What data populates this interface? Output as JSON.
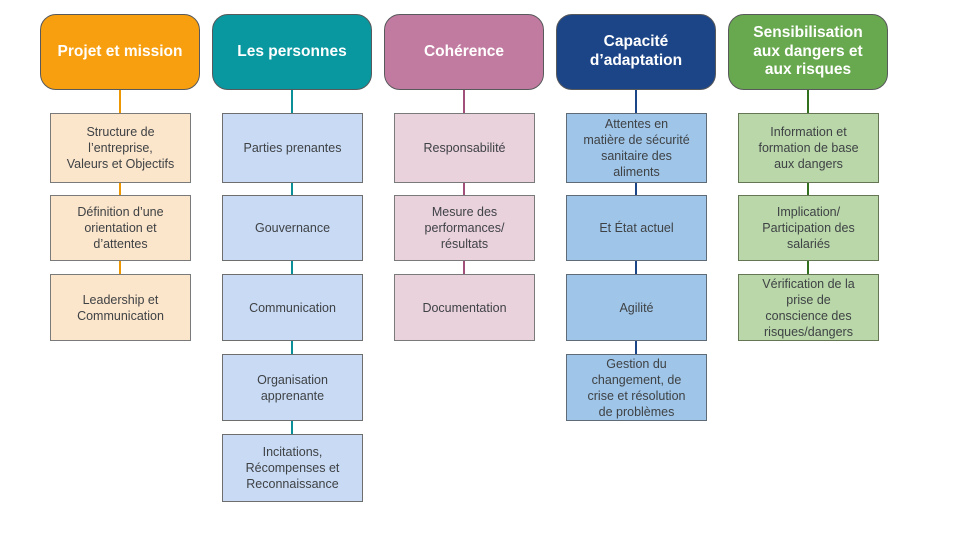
{
  "chart": {
    "type": "diagram",
    "title": "Food safety culture pillars diagram",
    "columns": [
      {
        "title": "Projet et mission",
        "colors": {
          "header": "#F79F0F",
          "connector": "#EE9705",
          "box_fill": "#FBE5CB",
          "box_border": "#7A7A7A"
        },
        "items": [
          "Structure de\nl’entreprise,\nValeurs et Objectifs",
          "Définition d’une\norientation et\nd’attentes",
          "Leadership et\nCommunication"
        ]
      },
      {
        "title": "Les personnes",
        "colors": {
          "header": "#0997A0",
          "connector": "#0A8F98",
          "box_fill": "#C8DAF4",
          "box_border": "#6E6E6E"
        },
        "items": [
          "Parties prenantes",
          "Gouvernance",
          "Communication",
          "Organisation\napprenante",
          "Incitations,\nRécompenses et\nReconnaissance"
        ]
      },
      {
        "title": "Cohérence",
        "colors": {
          "header": "#C27BA0",
          "connector": "#A0507A",
          "box_fill": "#EAD2DD",
          "box_border": "#7A7A7A"
        },
        "items": [
          "Responsabilité",
          "Mesure des\nperformances/\nrésultats",
          "Documentation"
        ]
      },
      {
        "title": "Capacité\nd’adaptation",
        "colors": {
          "header": "#1C4587",
          "connector": "#1C4587",
          "box_fill": "#9FC5E8",
          "box_border": "#5F6B76"
        },
        "items": [
          "Attentes en\nmatière de sécurité\nsanitaire des\naliments",
          "Et État actuel",
          "Agilité",
          "Gestion du\nchangement, de\ncrise et résolution\nde problèmes"
        ]
      },
      {
        "title": "Sensibilisation\naux dangers et\naux risques",
        "colors": {
          "header": "#68A94F",
          "connector": "#31701F",
          "box_fill": "#B9D7A9",
          "box_border": "#657655"
        },
        "items": [
          "Information et\nformation de base\naux dangers",
          "Implication/\nParticipation des\nsalariés",
          "Vérification de la\nprise de\nconscience des\nrisques/dangers"
        ]
      }
    ]
  }
}
